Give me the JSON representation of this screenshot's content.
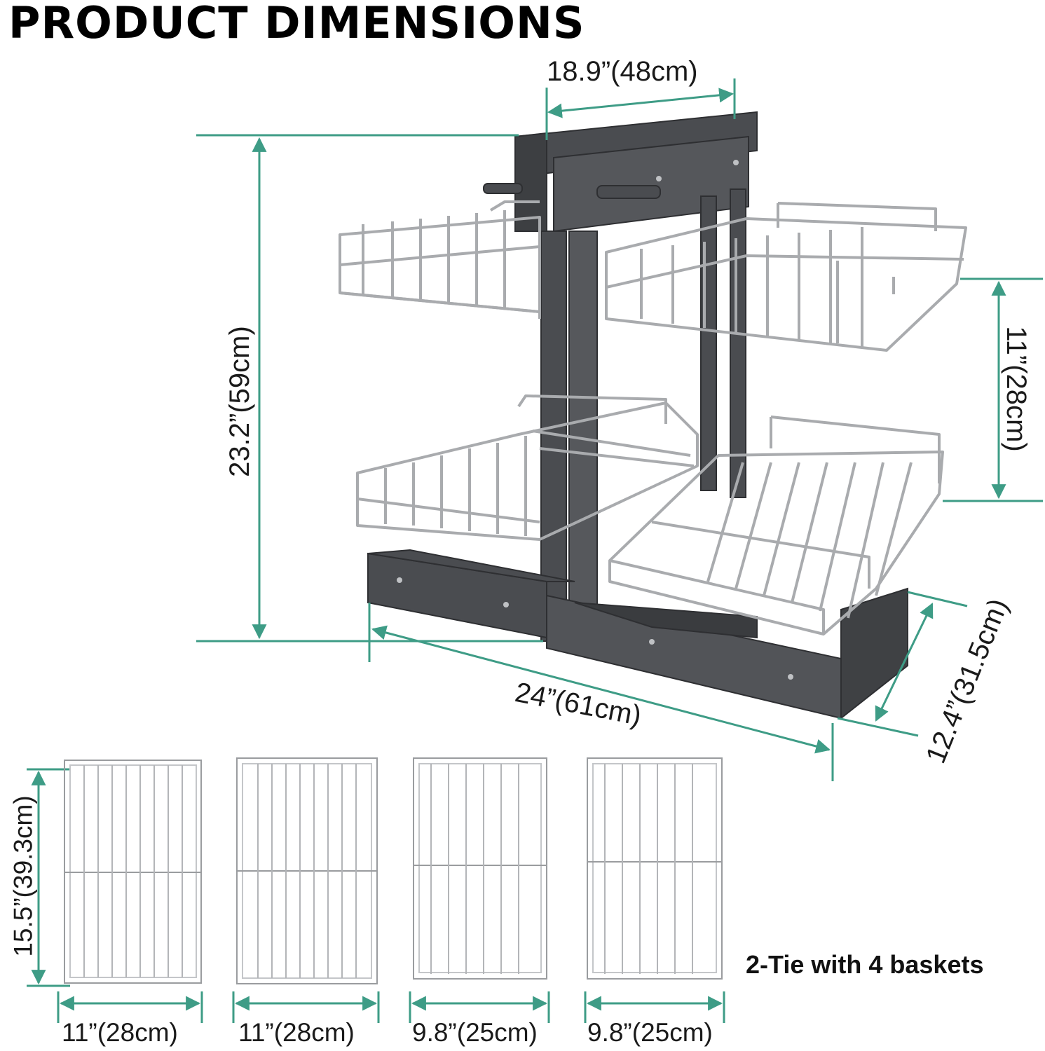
{
  "title": "PRODUCT DIMENSIONS",
  "colors": {
    "dimension_line": "#3e9c86",
    "frame": "#4a4c50",
    "wire": "#a9abae",
    "text": "#1a1a1a"
  },
  "dimensions": {
    "top_width": "18.9”(48cm)",
    "height": "23.2”(59cm)",
    "shelf_spacing": "11”(28cm)",
    "depth": "24”(61cm)",
    "side": "12.4”(31.5cm)"
  },
  "baskets": {
    "height": "15.5”(39.3cm)",
    "widths": [
      "11”(28cm)",
      "11”(28cm)",
      "9.8”(25cm)",
      "9.8”(25cm)"
    ]
  },
  "caption": "2-Tie with 4 baskets"
}
